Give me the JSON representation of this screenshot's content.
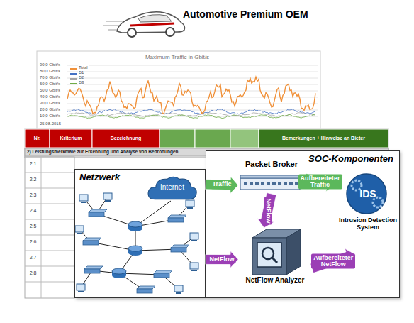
{
  "diagram": {
    "title": "Automotive Premium OEM",
    "nodes": [
      {
        "text": [
          "Netzwerk"
        ]
      },
      {
        "text": [
          "Internet"
        ],
        "in": 0
      },
      {
        "text": [
          "SOC-Komponenten"
        ]
      },
      {
        "text": [
          "Packet Broker"
        ],
        "in": 2
      },
      {
        "text": [
          "NetFlow Analyzer"
        ],
        "in": 2
      },
      {
        "text": [
          "IDS",
          "Intrusion Detection System"
        ],
        "in": 2
      }
    ],
    "edges": [
      {
        "from": 0,
        "to": 3,
        "label": "Traffic",
        "arrow": "to"
      },
      {
        "from": 0,
        "to": 4,
        "label": "NetFlow",
        "arrow": "to"
      },
      {
        "from": 3,
        "to": 4,
        "label": "NetFlow",
        "arrow": "to"
      },
      {
        "from": 3,
        "to": 5,
        "label": "Aufbereiteter Traffic",
        "arrow": "to"
      },
      {
        "from": 4,
        "to": 5,
        "label": "Aufbereiteter NetFlow",
        "arrow": "to"
      }
    ],
    "labels": [
      "Maximum Traffic in Gbit/s",
      "90,0 Gbit/s",
      "80,0 Gbit/s",
      "70,0 Gbit/s",
      "60,0 Gbit/s",
      "50,0 Gbit/s",
      "40,0 Gbit/s",
      "30,0 Gbit/s",
      "20,0 Gbit/s",
      "10,0 Gbit/s",
      "25.08.2015",
      "Nr.",
      "Kriterium",
      "Bezeichnung",
      "Bemerkungen + Hinweise an Bieter",
      "2) Leistungsmerkmale zur Erkennung und Analyse von Bedrohungen",
      "2.1",
      "2.2",
      "2.3",
      "2.4",
      "2.5",
      "2.6",
      "2.7",
      "2.8"
    ],
    "legend": [
      {
        "text": "Total",
        "color": "#f0913a"
      },
      {
        "text": "B1",
        "color": "#4472c4"
      },
      {
        "text": "B2",
        "color": "#a5a5a5"
      },
      {
        "text": "B3",
        "color": "#70ad47"
      }
    ]
  }
}
